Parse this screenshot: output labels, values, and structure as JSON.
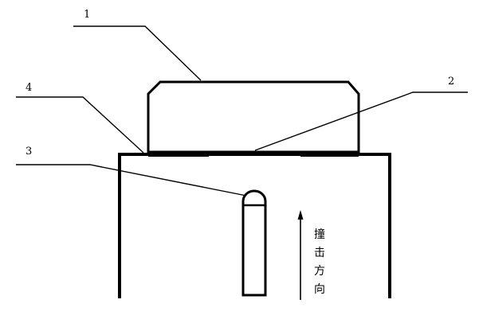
{
  "labels": {
    "part_1": "1",
    "part_2": "2",
    "part_3": "3",
    "part_4": "4"
  },
  "direction_text": [
    "撞",
    "击",
    "方",
    "向"
  ],
  "stroke_color": "#000000"
}
